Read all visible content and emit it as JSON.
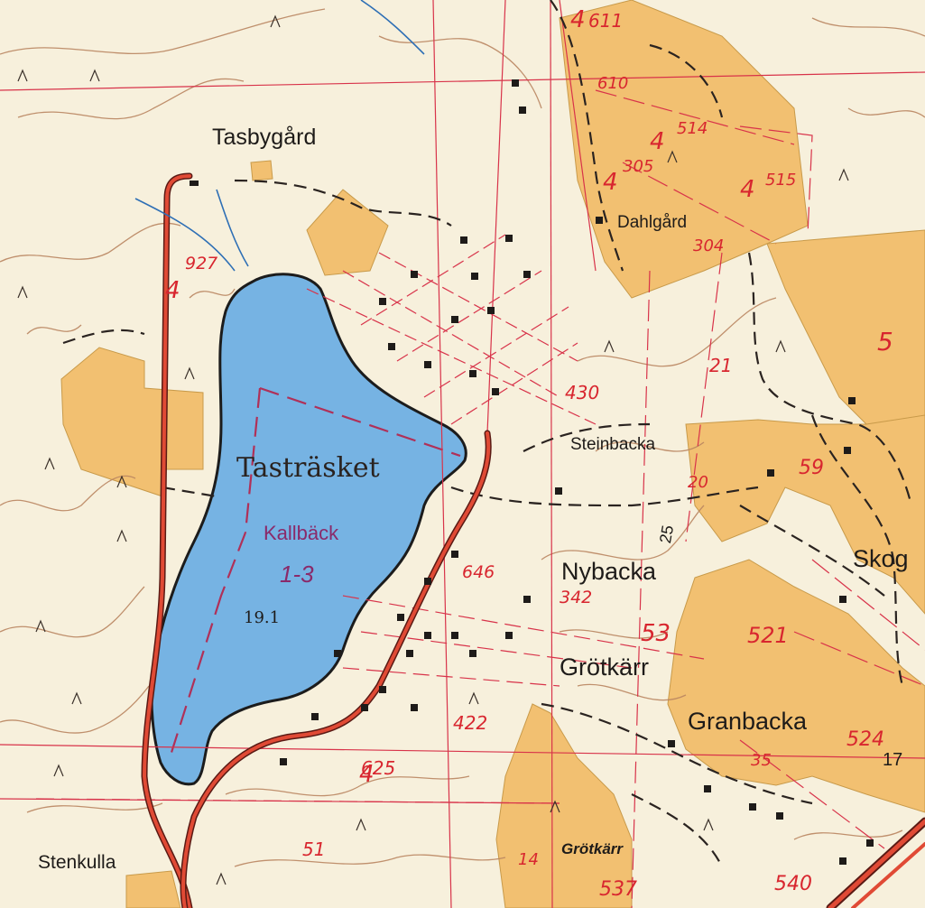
{
  "colors": {
    "paper": "#f7f0dc",
    "field": "#f2c071",
    "water": "#76b3e3",
    "road": "#d43a2c",
    "boundary": "#d8334a",
    "contour": "#b98560",
    "text": "#1e1b19",
    "zone_text": "#8a2a6a"
  },
  "lake": {
    "name": "Tasträsket",
    "zone_name": "Kallbäck",
    "zone_code": "1-3",
    "elevation": "19.1"
  },
  "places": [
    {
      "id": "tasbygard",
      "label": "Tasbygård"
    },
    {
      "id": "dahlgard",
      "label": "Dahlgård"
    },
    {
      "id": "steinbacka",
      "label": "Steinbacka"
    },
    {
      "id": "nybacka",
      "label": "Nybacka"
    },
    {
      "id": "grotkarr",
      "label": "Grötkärr"
    },
    {
      "id": "granbacka",
      "label": "Granbacka"
    },
    {
      "id": "skog",
      "label": "Skog"
    },
    {
      "id": "stenkulla",
      "label": "Stenkulla"
    },
    {
      "id": "grotkarr-small",
      "label": "Grötkärr"
    }
  ],
  "parcels": [
    {
      "id": "p611",
      "label": "611"
    },
    {
      "id": "p610",
      "label": "610"
    },
    {
      "id": "p4a",
      "label": "4"
    },
    {
      "id": "p514",
      "label": "514"
    },
    {
      "id": "p4b",
      "label": "4"
    },
    {
      "id": "p305",
      "label": "305"
    },
    {
      "id": "p4c",
      "label": "4"
    },
    {
      "id": "p515",
      "label": "515"
    },
    {
      "id": "p4d",
      "label": "4"
    },
    {
      "id": "p304",
      "label": "304"
    },
    {
      "id": "p927",
      "label": "927"
    },
    {
      "id": "p4e",
      "label": "4"
    },
    {
      "id": "p21",
      "label": "21"
    },
    {
      "id": "p430",
      "label": "430"
    },
    {
      "id": "p5a",
      "label": "5"
    },
    {
      "id": "p20",
      "label": "20"
    },
    {
      "id": "p59",
      "label": "59"
    },
    {
      "id": "p646",
      "label": "646"
    },
    {
      "id": "p342",
      "label": "342"
    },
    {
      "id": "p53",
      "label": "53"
    },
    {
      "id": "p521",
      "label": "521"
    },
    {
      "id": "p524",
      "label": "524"
    },
    {
      "id": "p35",
      "label": "35"
    },
    {
      "id": "p422",
      "label": "422"
    },
    {
      "id": "p625",
      "label": "625"
    },
    {
      "id": "p4f",
      "label": "4"
    },
    {
      "id": "p51",
      "label": "51"
    },
    {
      "id": "p14",
      "label": "14"
    },
    {
      "id": "p537",
      "label": "537"
    },
    {
      "id": "p540",
      "label": "540"
    }
  ],
  "grid_numbers": [
    {
      "id": "g17",
      "label": "17"
    },
    {
      "id": "g25",
      "label": "25"
    }
  ]
}
